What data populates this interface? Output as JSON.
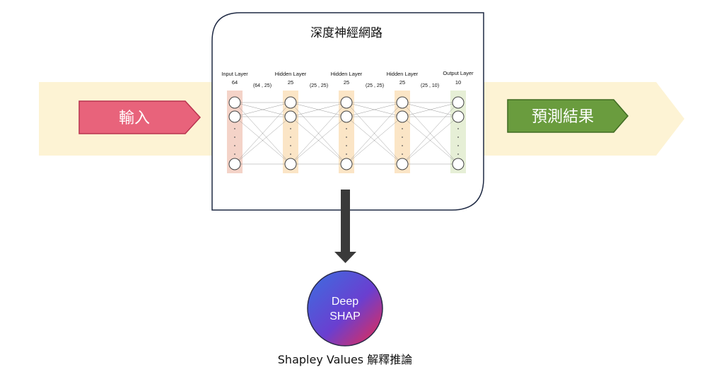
{
  "network": {
    "title": "深度神經網路",
    "layers": [
      {
        "name": "Input Layer",
        "size": "64"
      },
      {
        "name": "Hidden Layer",
        "size": "25"
      },
      {
        "name": "Hidden Layer",
        "size": "25"
      },
      {
        "name": "Hidden Layer",
        "size": "25"
      },
      {
        "name": "Output Layer",
        "size": "10"
      }
    ],
    "weights": [
      "(64 , 25)",
      "(25 , 25)",
      "(25 , 25)",
      "(25 , 10)"
    ]
  },
  "input_label": "輸入",
  "output_label": "預測結果",
  "explainer": {
    "line1": "Deep",
    "line2": "SHAP"
  },
  "caption": "Shapley Values 解釋推論",
  "colors": {
    "band": "#fdf3d4",
    "input_arrow": "#e8637b",
    "output_arrow": "#6a9c3e",
    "down_arrow": "#3a3a3a",
    "layer_input": "#f4d3c8",
    "layer_hidden": "#fbe5c6",
    "layer_output": "#e6efd6"
  }
}
